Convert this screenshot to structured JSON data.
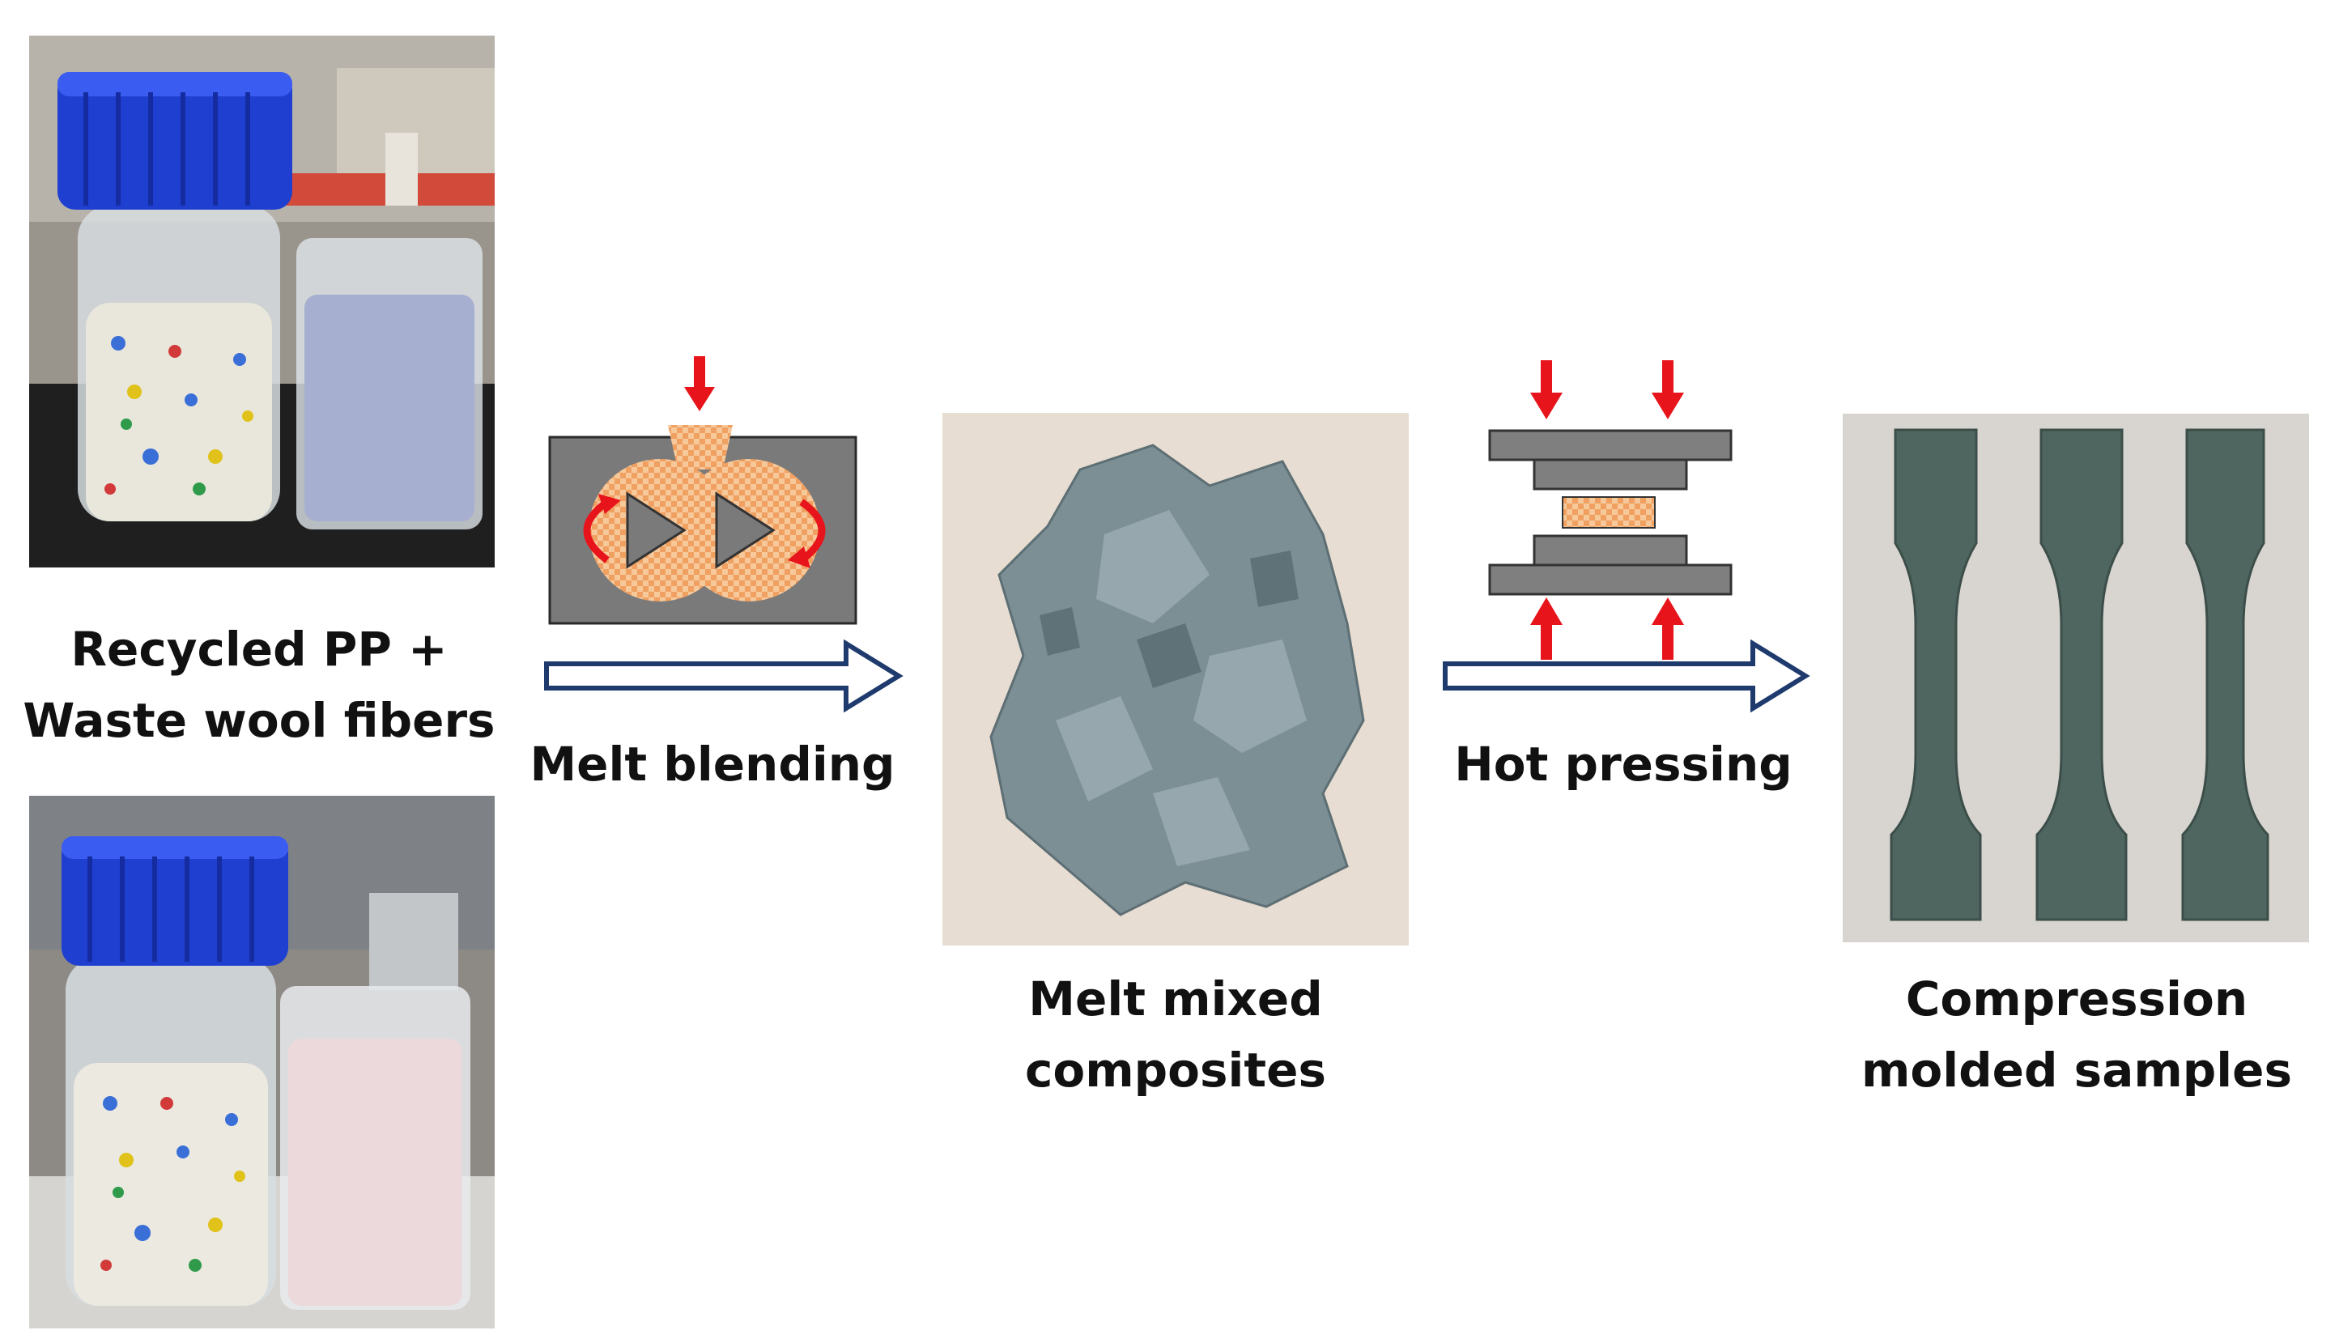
{
  "diagram": {
    "raw_material_label_line1": "Recycled PP +",
    "raw_material_label_line2": "Waste wool fibers",
    "step1_label": "Melt blending",
    "intermediate_label_line1": "Melt mixed",
    "intermediate_label_line2": "composites",
    "step2_label": "Hot pressing",
    "final_label_line1": "Compression",
    "final_label_line2": "molded samples",
    "colors": {
      "arrow_outline": "#1f3b6e",
      "red_arrow": "#e8141b",
      "material_orange": "#f0a060",
      "press_gray": "#7f7f7f",
      "extruder_gray": "#7a7a7a",
      "cap_blue": "#1f3fd0",
      "composite_gray": "#7c8f95",
      "sample_green": "#4f6660"
    },
    "icons": [
      "twin-screw-extruder-icon",
      "hot-press-icon",
      "red-down-arrow-icon",
      "red-up-arrow-icon",
      "outline-right-arrow-icon"
    ]
  }
}
